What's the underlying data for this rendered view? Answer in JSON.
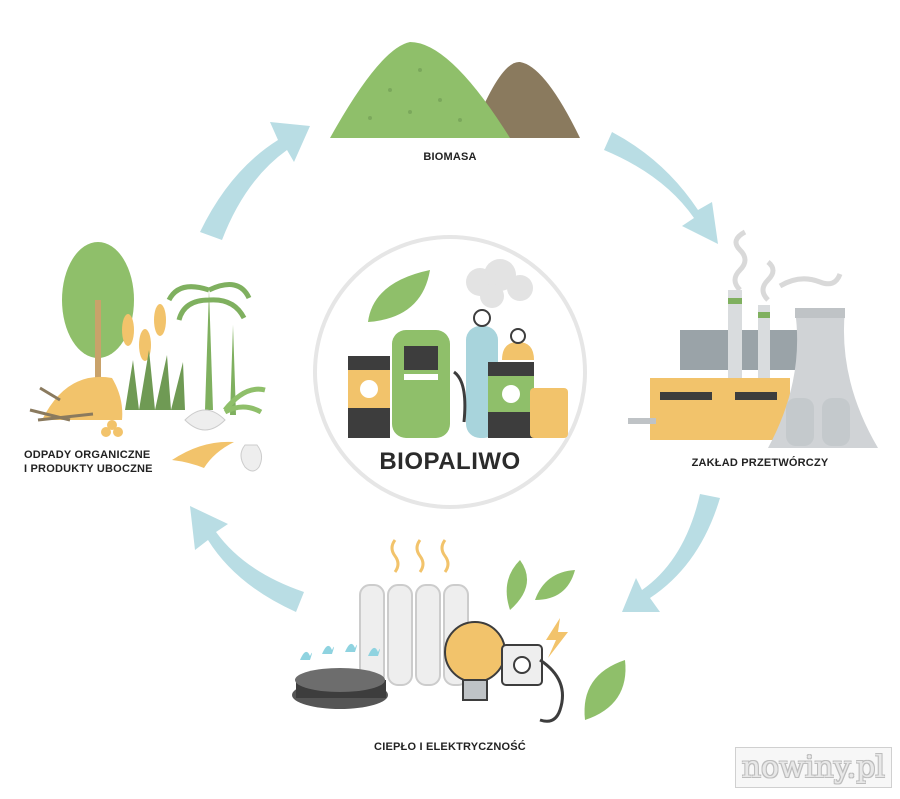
{
  "labels": {
    "biomass": "BIOMASA",
    "plant": "ZAKŁAD PRZETWÓRCZY",
    "energy": "CIEPŁO I ELEKTRYCZNOŚĆ",
    "waste_line1": "ODPADY ORGANICZNE",
    "waste_line2": "I PRODUKTY UBOCZNE",
    "center": "BIOPALIWO"
  },
  "watermark": "nowiny.pl",
  "colors": {
    "arrow": "#b9dde4",
    "green_light": "#8fbf6a",
    "green_dark": "#6f9a54",
    "brown": "#8a7a5e",
    "yellow": "#f2c36b",
    "grey": "#9aa3a8",
    "dark": "#3d3d3d",
    "circle": "#e6e6e6"
  }
}
